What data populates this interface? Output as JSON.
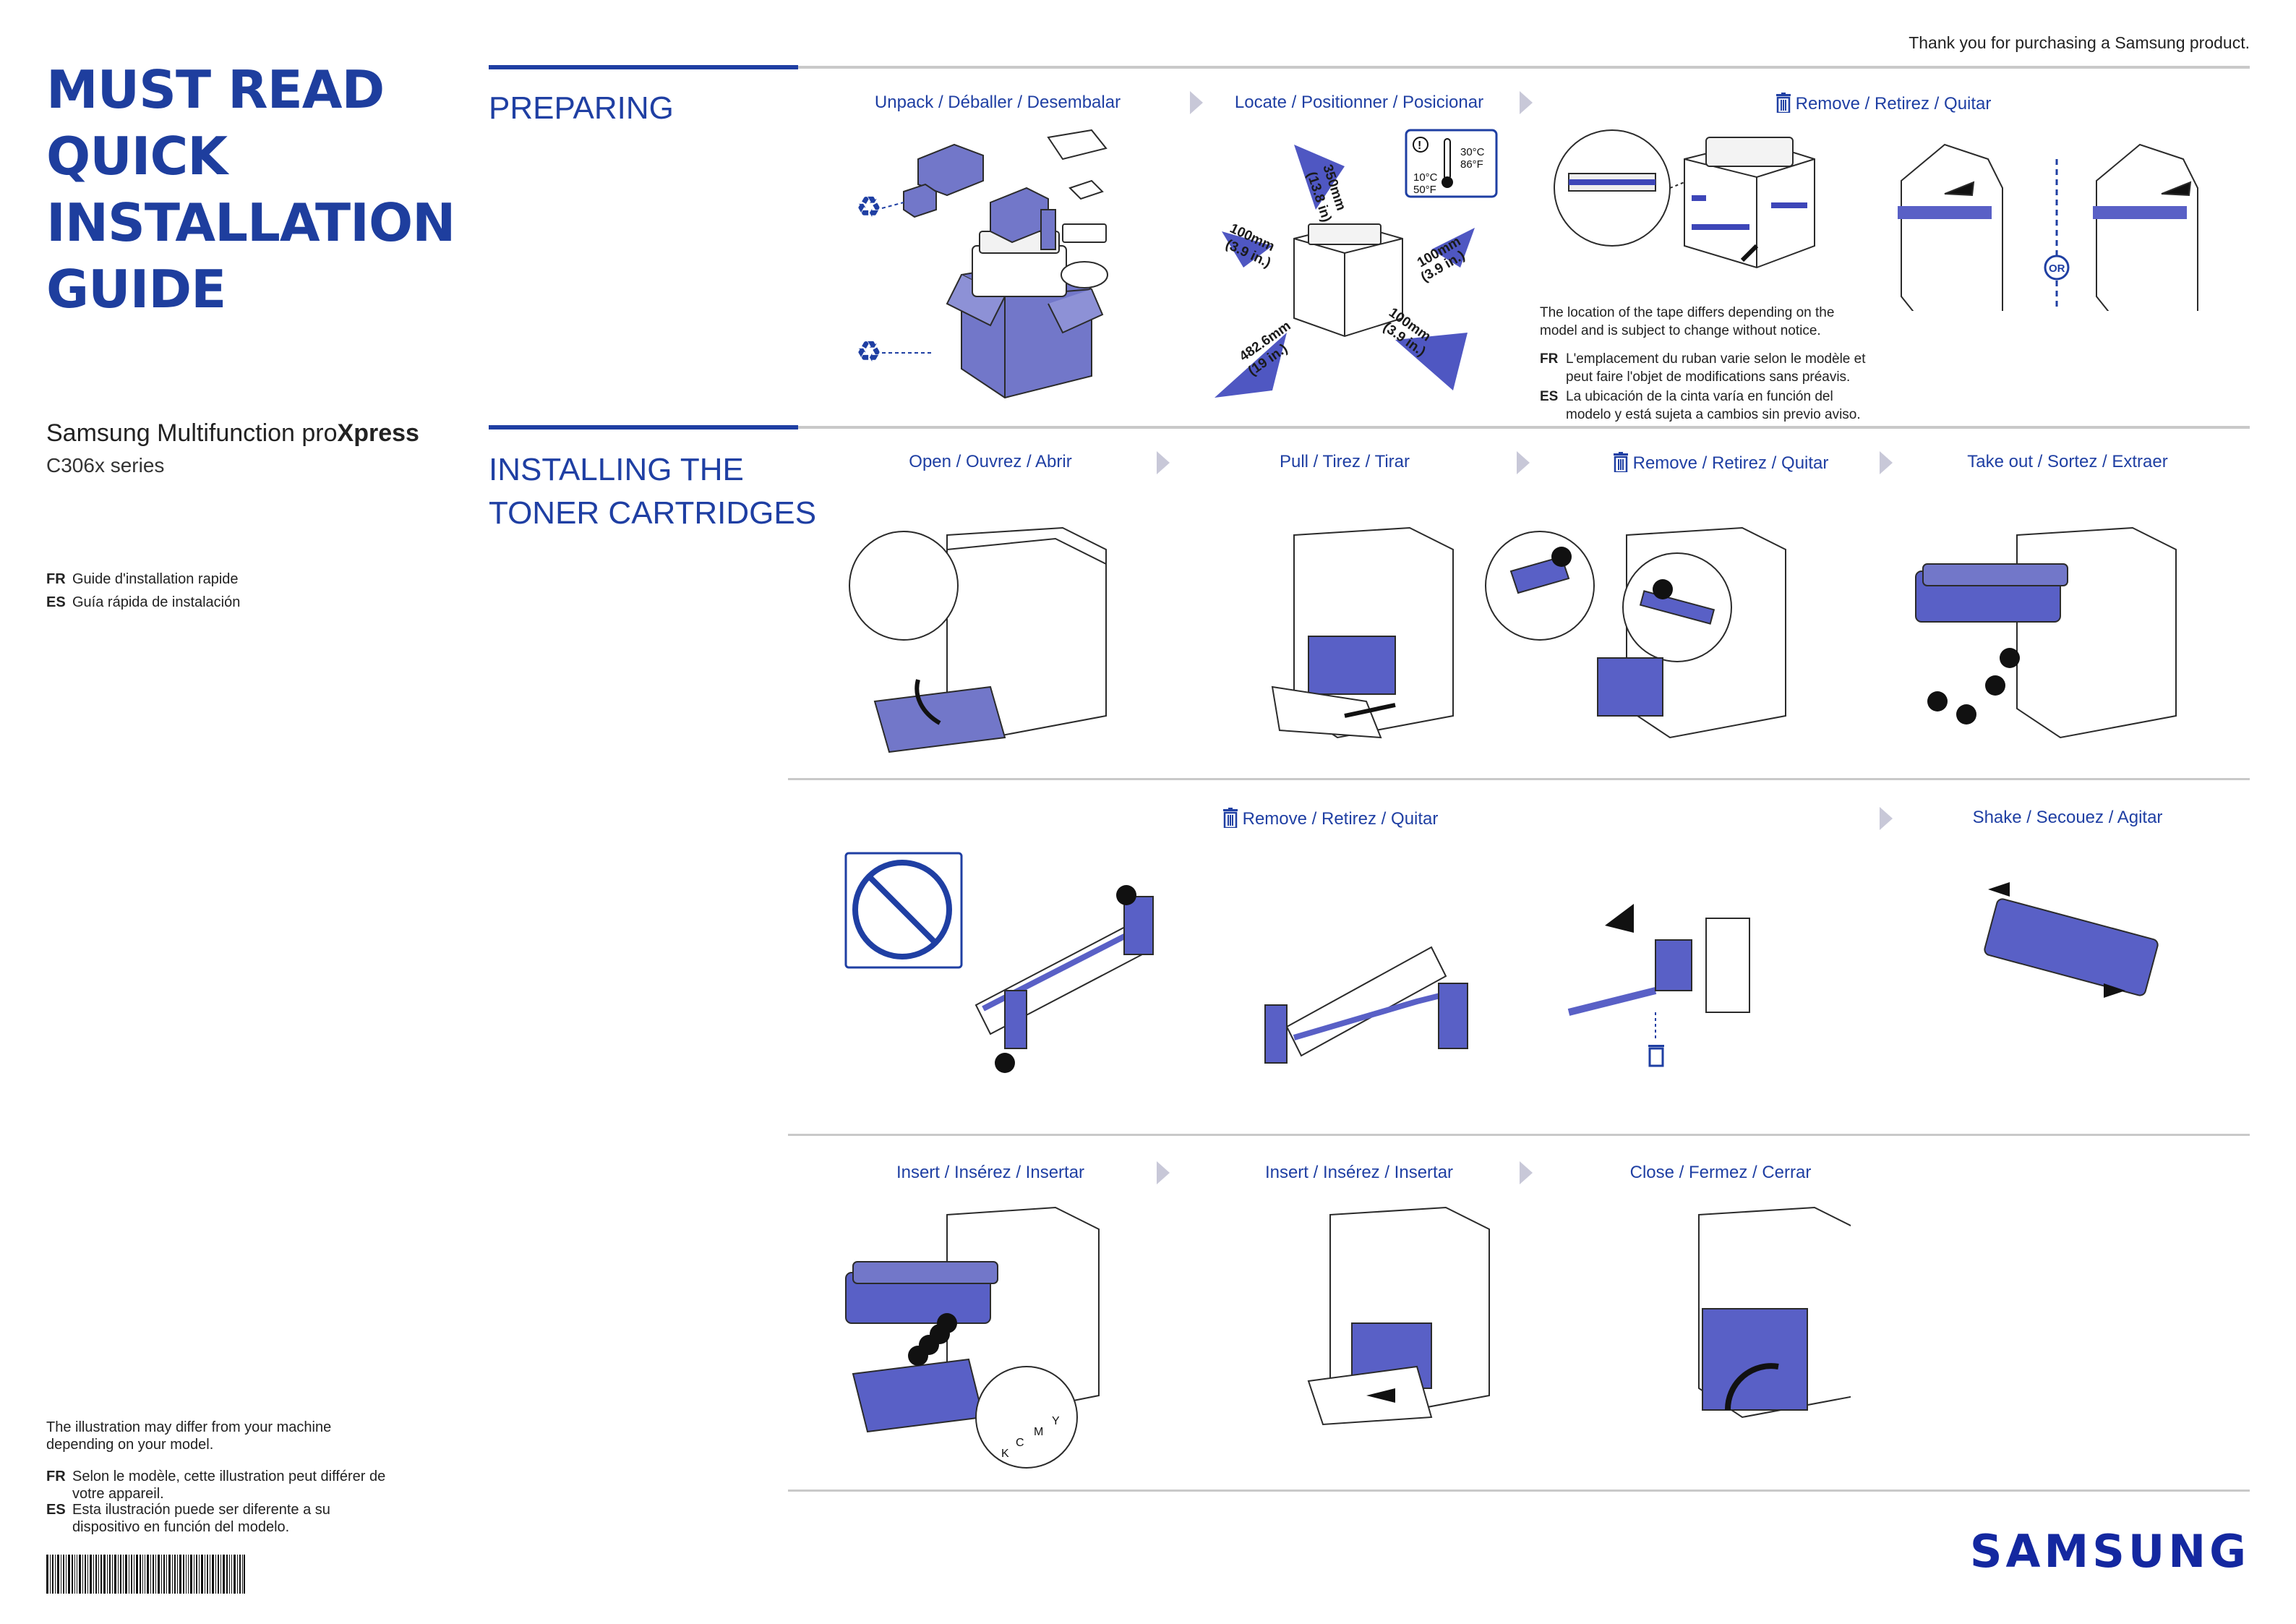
{
  "header": {
    "thanks": "Thank you for purchasing a Samsung product."
  },
  "cover": {
    "title_lines": [
      "MUST READ",
      "QUICK",
      "INSTALLATION",
      "GUIDE"
    ],
    "product_prefix": "Samsung Multifunction pro",
    "product_bold": "Xpress",
    "series": "C306x series",
    "languages": [
      {
        "code": "FR",
        "text": "Guide d'installation rapide"
      },
      {
        "code": "ES",
        "text": "Guía rápida de instalación"
      }
    ],
    "disclaimer": {
      "en": "The illustration may differ from your machine depending on your model.",
      "fr_code": "FR",
      "fr": "Selon le modèle, cette illustration peut différer de votre appareil.",
      "es_code": "ES",
      "es": "Esta ilustración puede ser diferente a su dispositivo en función del modelo."
    }
  },
  "preparing": {
    "title": "PREPARING",
    "steps": [
      {
        "label": "Unpack / Déballer / Desembalar"
      },
      {
        "label": "Locate / Positionner / Posicionar"
      },
      {
        "label": "Remove / Retirez / Quitar",
        "icon": "trash-icon"
      }
    ],
    "dimensions": {
      "top": "350mm",
      "top_in": "(13.8 in)",
      "left": "100mm",
      "left_in": "(3.9 in.)",
      "right": "100mm",
      "right_in": "(3.9 in.)",
      "front": "482.6mm",
      "front_in": "(19 in.)",
      "back_right": "100mm",
      "back_right_in": "(3.9 in.)"
    },
    "temperature": {
      "high_c": "30°C",
      "high_f": "86°F",
      "low_c": "10°C",
      "low_f": "50°F"
    },
    "or_label": "OR",
    "tape_note": {
      "en": "The location of the tape differs depending on the model and is subject to change without notice.",
      "fr_code": "FR",
      "fr": "L'emplacement du ruban varie selon le modèle et peut faire l'objet de modifications sans préavis.",
      "es_code": "ES",
      "es": "La ubicación de la cinta varía en función del modelo y está sujeta a cambios sin previo aviso."
    }
  },
  "installing": {
    "title_line1": "INSTALLING THE",
    "title_line2": "TONER CARTRIDGES",
    "row1": [
      {
        "label": "Open / Ouvrez / Abrir"
      },
      {
        "label": "Pull / Tirez / Tirar"
      },
      {
        "label": "Remove / Retirez / Quitar",
        "icon": "trash-icon"
      },
      {
        "label": "Take out / Sortez / Extraer"
      }
    ],
    "row2": [
      {
        "label": "Remove / Retirez / Quitar",
        "icon": "trash-icon"
      },
      {
        "label": "Shake / Secouez / Agitar"
      }
    ],
    "row3": [
      {
        "label": "Insert / Insérez / Insertar"
      },
      {
        "label": "Insert / Insérez / Insertar"
      },
      {
        "label": "Close / Fermez / Cerrar"
      }
    ],
    "cartridge_letters": [
      "K",
      "C",
      "M",
      "Y"
    ]
  },
  "brand": {
    "logo": "SAMSUNG"
  },
  "colors": {
    "accent": "#1f3fa3",
    "fill": "#7277c9",
    "rule": "#c9c9c9",
    "brand": "#1428a0"
  }
}
